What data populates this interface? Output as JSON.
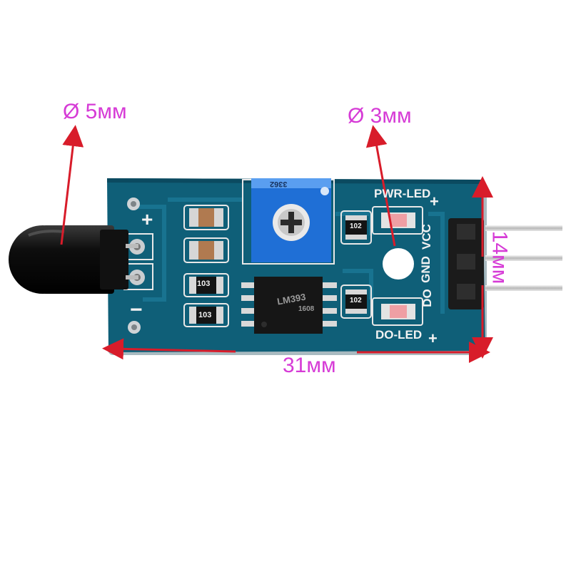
{
  "colors": {
    "pcb": "#0f5f78",
    "pcb_dark": "#0a3f52",
    "dimension_text": "#d63bd6",
    "arrow": "#d81c2a",
    "trimpot": "#1f6fd6",
    "silkscreen": "#f2f2f2"
  },
  "dimensions": {
    "flame_sensor_diameter": "Ø 5мм",
    "led_diameter": "Ø 3мм",
    "board_length": "31мм",
    "board_width": "14мм"
  },
  "board_labels": {
    "pwr_led": "PWR-LED",
    "do_led": "DO-LED",
    "pins": [
      "DO",
      "GND",
      "VCC"
    ],
    "plus": "+",
    "minus": "−",
    "resistor_a": "103",
    "resistor_b": "103",
    "resistor_c": "102",
    "resistor_d": "102",
    "trimpot_code": "3362",
    "chip_mark": "LM393",
    "chip_code": "1608"
  },
  "icons": [
    "flame-sensor-icon",
    "trimpot-icon",
    "led-icon",
    "header-pin-icon"
  ]
}
